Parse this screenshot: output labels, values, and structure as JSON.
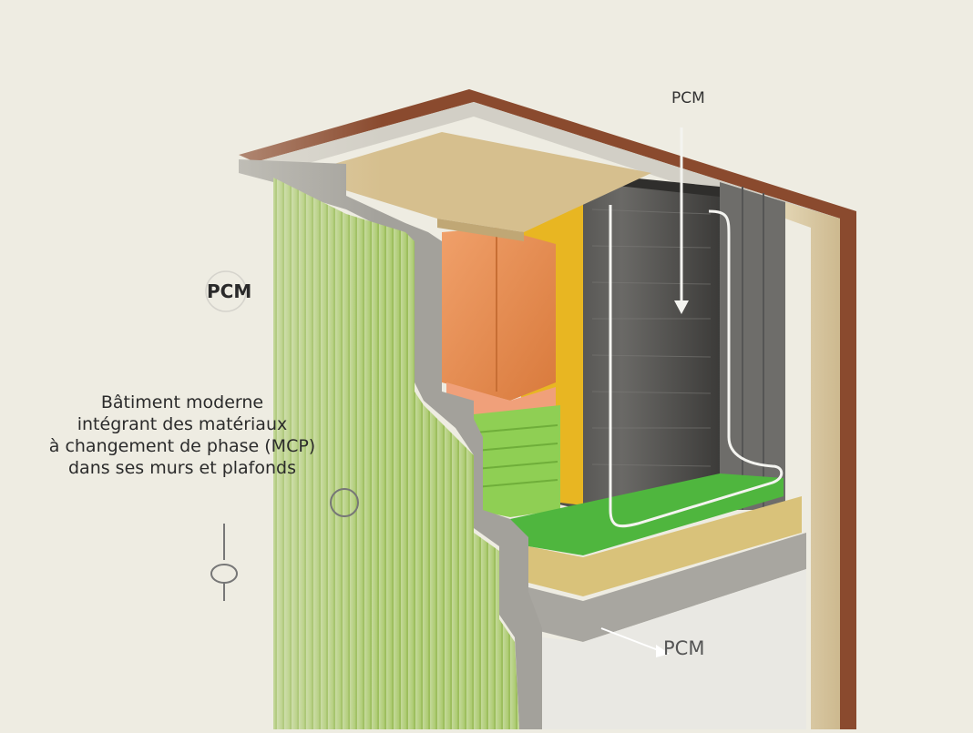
{
  "caption": {
    "line1": "Bâtiment moderne",
    "line2": "intégrant des matériaux",
    "line3": "à changement de phase (MCP)",
    "line4": "dans ses murs et plafonds"
  },
  "labels": {
    "pcm": "PCM",
    "top_arrow": "PCM",
    "bottom_arrow": "PCM"
  },
  "colors": {
    "background": "#eeece2",
    "outer_cladding": "#8a4a2e",
    "concrete": "#a8a6a0",
    "insulation_top": "#d6bf8e",
    "orange_block": "#e8894a",
    "yellow_panel": "#e8b622",
    "dark_panels": "#4c4b4a",
    "green_layer": "#5fbf49",
    "green_wall": "#a9c96a",
    "mineral_wool": "#d9c27a",
    "plaster": "#d8c9a6"
  },
  "icons": [
    "pcm-badge-icon",
    "circle-icon",
    "pin-icon",
    "down-arrow-icon",
    "curved-arrow-icon"
  ]
}
